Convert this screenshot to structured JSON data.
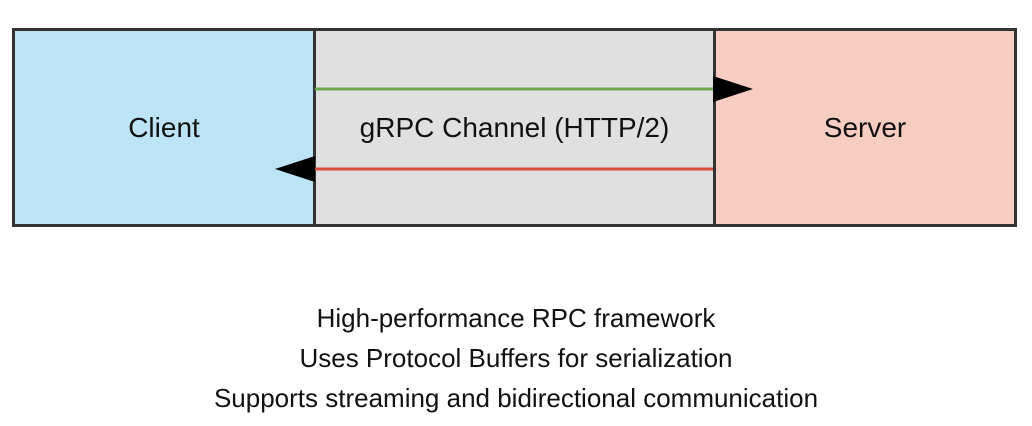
{
  "nodes": {
    "client": {
      "label": "Client",
      "fill": "#bde3f7"
    },
    "channel": {
      "label": "gRPC Channel (HTTP/2)",
      "fill": "#e0e0e0"
    },
    "server": {
      "label": "Server",
      "fill": "#f8cdc1"
    }
  },
  "edges": {
    "request": {
      "from": "client",
      "to": "server",
      "color": "#6aa84f"
    },
    "response": {
      "from": "server",
      "to": "client",
      "color": "#d64b3c"
    }
  },
  "notes": [
    "High-performance RPC framework",
    "Uses Protocol Buffers for serialization",
    "Supports streaming and bidirectional communication"
  ]
}
